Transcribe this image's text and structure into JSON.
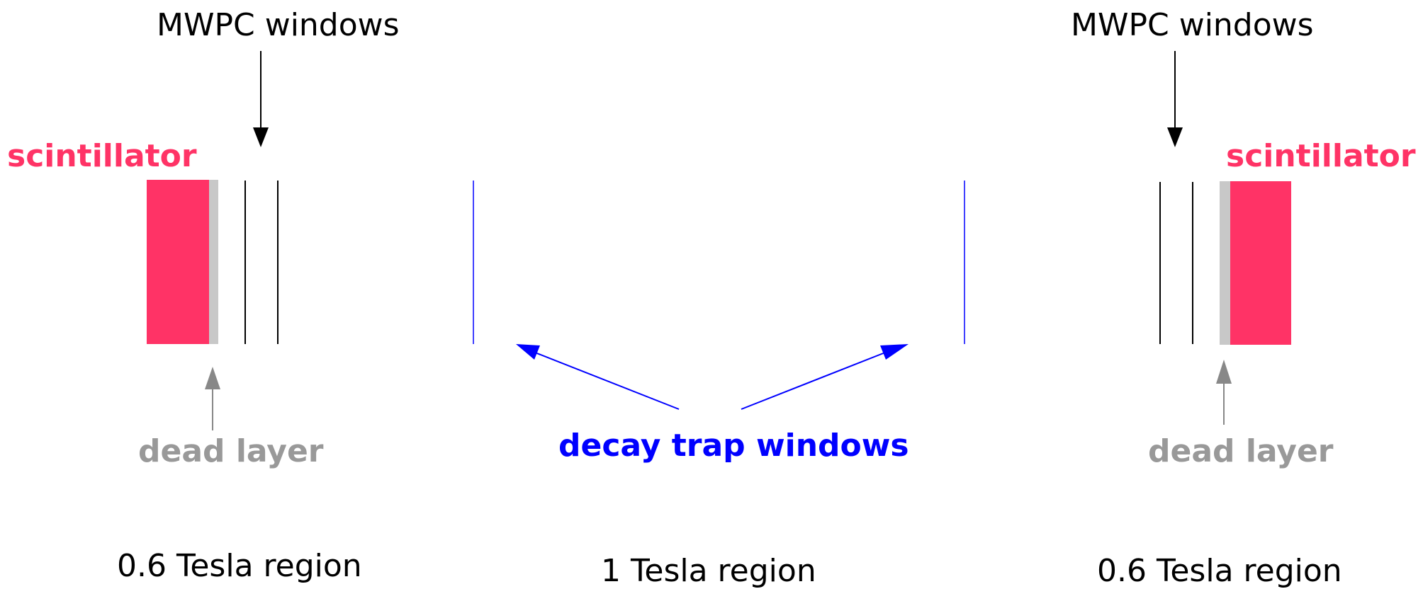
{
  "labels": {
    "mwpc_left": "MWPC windows",
    "mwpc_right": "MWPC windows",
    "scint_left": "scintillator",
    "scint_right": "scintillator",
    "dead_left": "dead layer",
    "dead_right": "dead layer",
    "decay_trap": "decay trap windows",
    "region_left": "0.6 Tesla region",
    "region_center": "1 Tesla region",
    "region_right": "0.6 Tesla region"
  },
  "colors": {
    "scintillator": "#ff3366",
    "dead_layer": "#c8c8c8",
    "dead_text": "#999999",
    "mwpc_window": "#000000",
    "decay_trap": "#0000ff",
    "arrow_black": "#000000",
    "arrow_gray": "#888888"
  }
}
